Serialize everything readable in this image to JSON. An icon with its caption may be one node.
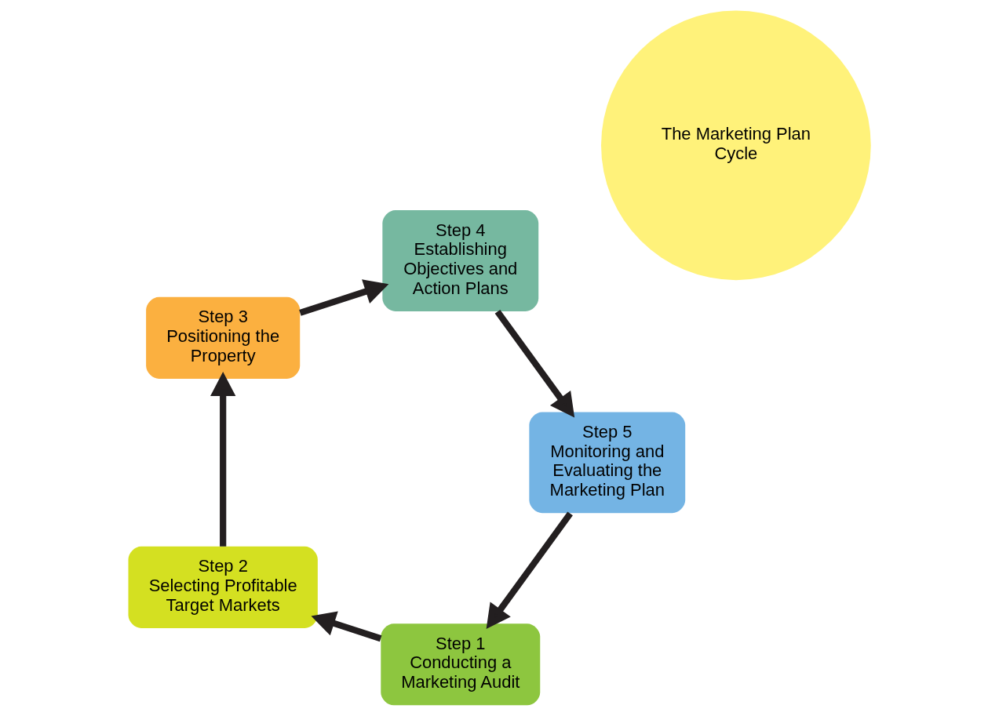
{
  "diagram": {
    "nodes": [
      {
        "text": [
          "Step 1",
          "Conducting a Marketing Audit"
        ]
      },
      {
        "text": [
          "Step 2",
          "Selecting Profitable Target Markets"
        ]
      },
      {
        "text": [
          "Step 3",
          "Positioning the Property"
        ]
      },
      {
        "text": [
          "Step 4",
          "Establishing Objectives and Action Plans"
        ]
      },
      {
        "text": [
          "Step 5",
          "Monitoring and Evaluating the Marketing Plan"
        ]
      },
      {
        "text": [
          "The Marketing Plan Cycle"
        ]
      }
    ],
    "edges": [
      {
        "from": 0,
        "to": 1,
        "arrow": "to"
      },
      {
        "from": 1,
        "to": 2,
        "arrow": "to"
      },
      {
        "from": 2,
        "to": 3,
        "arrow": "to"
      },
      {
        "from": 3,
        "to": 4,
        "arrow": "to"
      },
      {
        "from": 4,
        "to": 0,
        "arrow": "to"
      }
    ]
  }
}
